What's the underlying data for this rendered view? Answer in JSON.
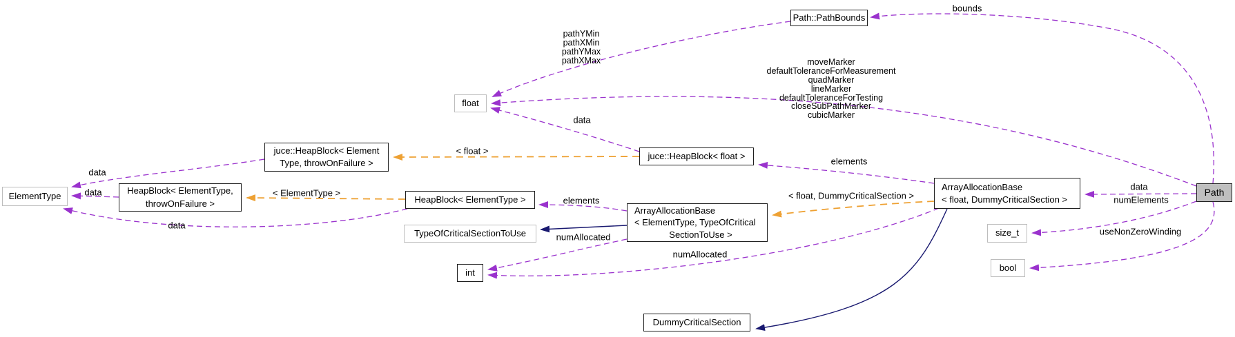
{
  "colors": {
    "purple": "#9a32cd",
    "orange": "#eea133",
    "navy": "#191970",
    "border": "#1f1f1f",
    "undoc": "#bdbdbd",
    "selfill": "#bfbfbf",
    "bg": "#ffffff"
  },
  "nodes": {
    "path_bounds": {
      "label": "Path::PathBounds"
    },
    "float_type": {
      "label": "float"
    },
    "juce_heapblock_element": {
      "line1": "juce::HeapBlock< Element",
      "line2": "Type, throwOnFailure >"
    },
    "juce_heapblock_float": {
      "label": "juce::HeapBlock< float >"
    },
    "element_type": {
      "label": "ElementType"
    },
    "heapblock_element_throw": {
      "line1": "HeapBlock< ElementType,",
      "line2": "throwOnFailure >"
    },
    "heapblock_element": {
      "label": "HeapBlock< ElementType >"
    },
    "type_of_critical_section": {
      "label": "TypeOfCriticalSectionToUse"
    },
    "array_alloc_generic": {
      "line1": "ArrayAllocationBase",
      "line2": "< ElementType, TypeOfCritical",
      "line3": "SectionToUse >"
    },
    "array_alloc_float": {
      "line1": "ArrayAllocationBase",
      "line2": "< float, DummyCriticalSection >"
    },
    "int_type": {
      "label": "int"
    },
    "size_t_type": {
      "label": "size_t"
    },
    "bool_type": {
      "label": "bool"
    },
    "dummy_critical_section": {
      "label": "DummyCriticalSection"
    },
    "path": {
      "label": "Path"
    }
  },
  "labels": {
    "bounds": "bounds",
    "path_fields": [
      "pathYMin",
      "pathXMin",
      "pathYMax",
      "pathXMax"
    ],
    "path_markers": [
      "moveMarker",
      "defaultToleranceForMeasurement",
      "quadMarker",
      "lineMarker",
      "defaultToleranceForTesting",
      "closeSubPathMarker",
      "cubicMarker"
    ],
    "data_juce_float": "data",
    "tpl_float": "< float >",
    "elements_float": "elements",
    "tpl_float_dummy": "< float, DummyCriticalSection >",
    "data_path": "data",
    "num_elements": "numElements",
    "use_non_zero_winding": "useNonZeroWinding",
    "elements_generic": "elements",
    "tpl_element_type": "< ElementType >",
    "data_juce_heapblock": "data",
    "data_heapblock_throw": "data",
    "data_heapblock": "data",
    "num_allocated_generic": "numAllocated",
    "num_allocated_float": "numAllocated"
  }
}
